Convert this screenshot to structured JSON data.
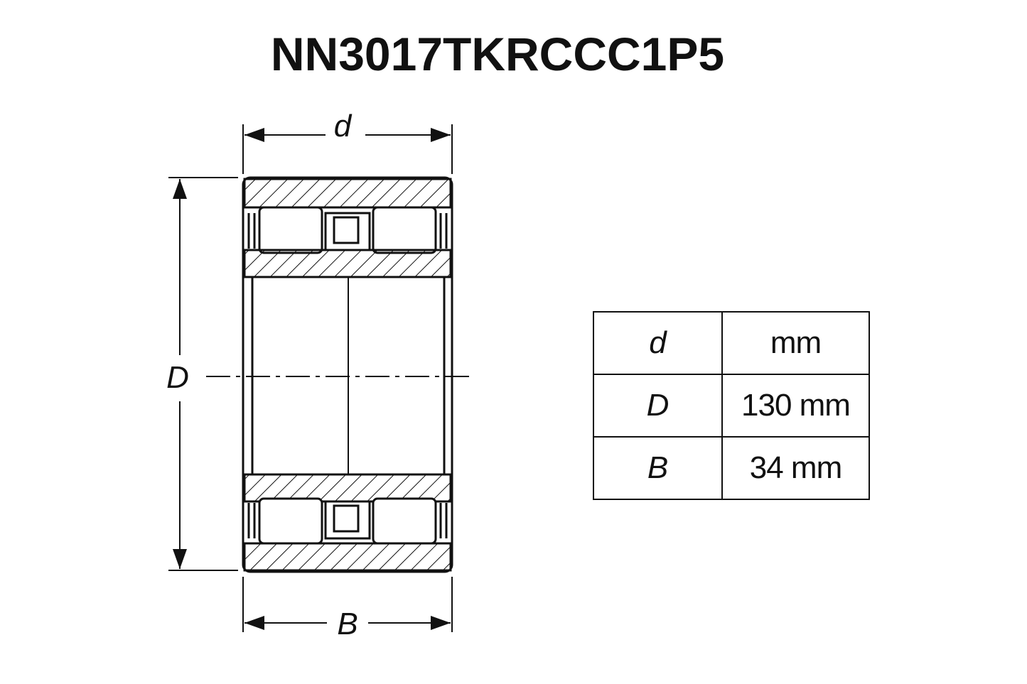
{
  "title": "NN3017TKRCCC1P5",
  "diagram": {
    "label_d": "d",
    "label_D": "D",
    "label_B": "B"
  },
  "table": {
    "rows": [
      {
        "key": "d",
        "value": "mm"
      },
      {
        "key": "D",
        "value": "130 mm"
      },
      {
        "key": "B",
        "value": "34 mm"
      }
    ]
  }
}
